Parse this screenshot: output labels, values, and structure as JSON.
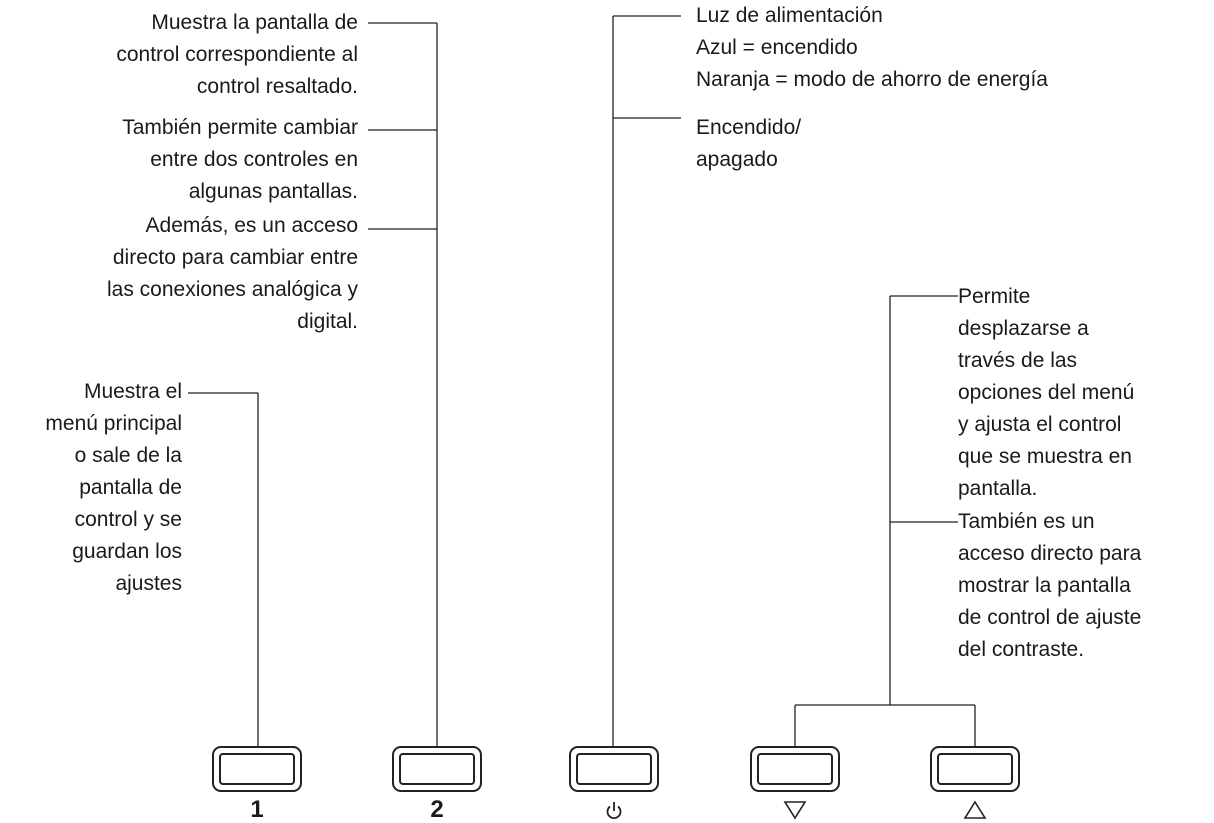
{
  "descriptions": {
    "button1": [
      "Muestra el",
      "menú principal",
      "o sale de la",
      "pantalla de",
      "control y se",
      "guardan los",
      "ajustes"
    ],
    "button2_a": [
      "Muestra la pantalla de",
      "control correspondiente al",
      "control resaltado."
    ],
    "button2_b": [
      "También permite cambiar",
      "entre dos controles en",
      "algunas pantallas."
    ],
    "button2_c": [
      "Además, es un acceso",
      "directo para cambiar entre",
      "las conexiones analógica y",
      "digital."
    ],
    "power_led": [
      "Luz de alimentación",
      "Azul = encendido",
      "Naranja = modo de ahorro de energía"
    ],
    "power_switch": [
      "Encendido/",
      "apagado"
    ],
    "arrows_a": [
      "Permite",
      "desplazarse a",
      "través de las",
      "opciones del menú",
      "y ajusta el control",
      "que se muestra en",
      "pantalla."
    ],
    "arrows_b": [
      "También es un",
      "acceso directo para",
      "mostrar la pantalla",
      "de control de ajuste",
      "del contraste."
    ]
  },
  "buttons": {
    "b1": {
      "label": "1"
    },
    "b2": {
      "label": "2"
    },
    "power": {
      "icon": "power-icon"
    },
    "down": {
      "icon": "triangle-down-icon"
    },
    "up": {
      "icon": "triangle-up-icon"
    }
  },
  "colors": {
    "stroke": "#222222",
    "text": "#1a1a1a",
    "background": "#ffffff"
  }
}
